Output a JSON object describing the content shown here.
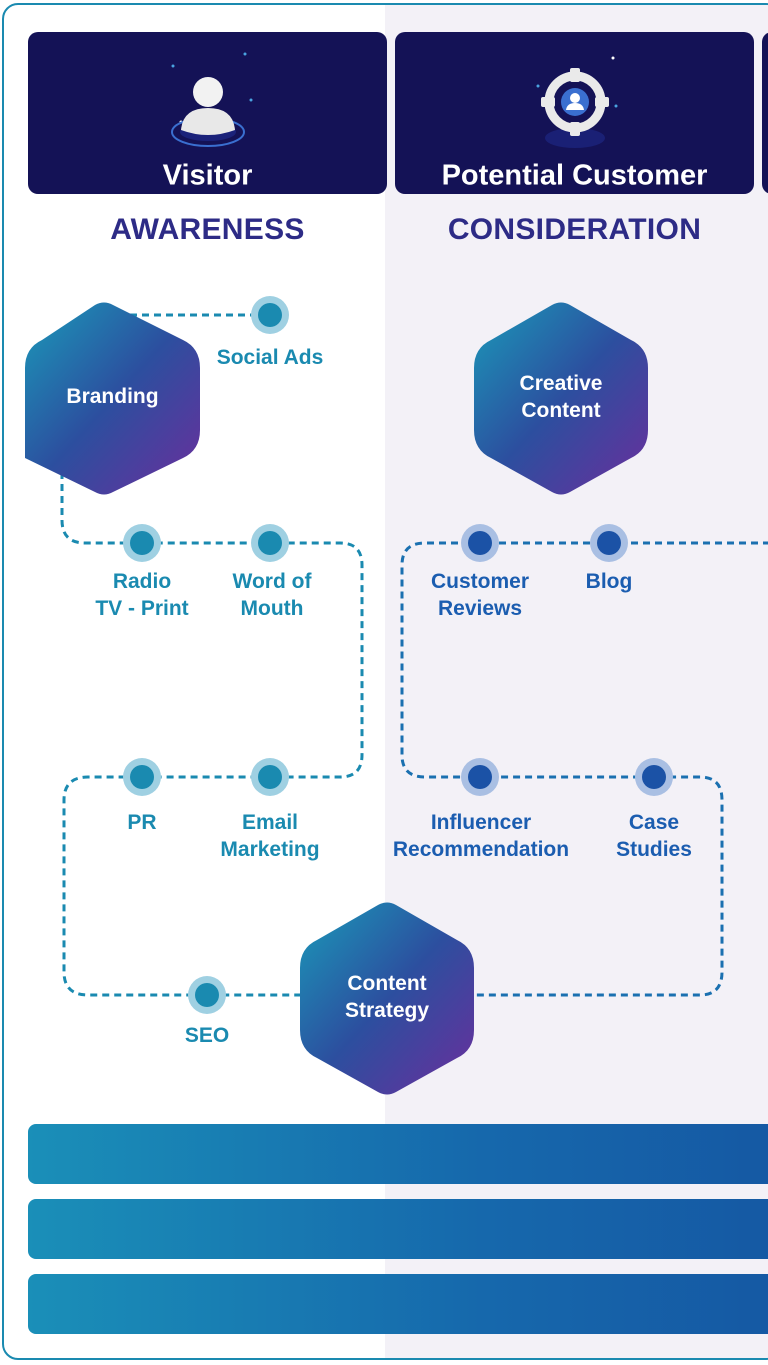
{
  "stages": [
    {
      "title": "Visitor",
      "heading": "AWARENESS",
      "icon": "user-icon"
    },
    {
      "title": "Potential Customer",
      "heading": "CONSIDERATION",
      "icon": "target-user-icon"
    }
  ],
  "hubs": {
    "branding": "Branding",
    "creative_content": "Creative\nContent",
    "content_strategy": "Content\nStrategy"
  },
  "touchpoints": {
    "social_ads": "Social Ads",
    "radio_tv_print": "Radio\nTV - Print",
    "word_of_mouth": "Word of\nMouth",
    "pr": "PR",
    "email_marketing": "Email\nMarketing",
    "seo": "SEO",
    "customer_reviews": "Customer\nReviews",
    "blog": "Blog",
    "influencer_recommendation": "Influencer\nRecommendation",
    "case_studies": "Case\nStudies"
  },
  "colors": {
    "frame": "#1a8ab0",
    "card_bg": "#141256",
    "heading": "#2d2b86",
    "awareness_node": "#1a8ab0",
    "consideration_node": "#1b5db0",
    "hex_from": "#1a96b8",
    "hex_mid": "#2b4f9e",
    "hex_to": "#6a2f9c"
  }
}
